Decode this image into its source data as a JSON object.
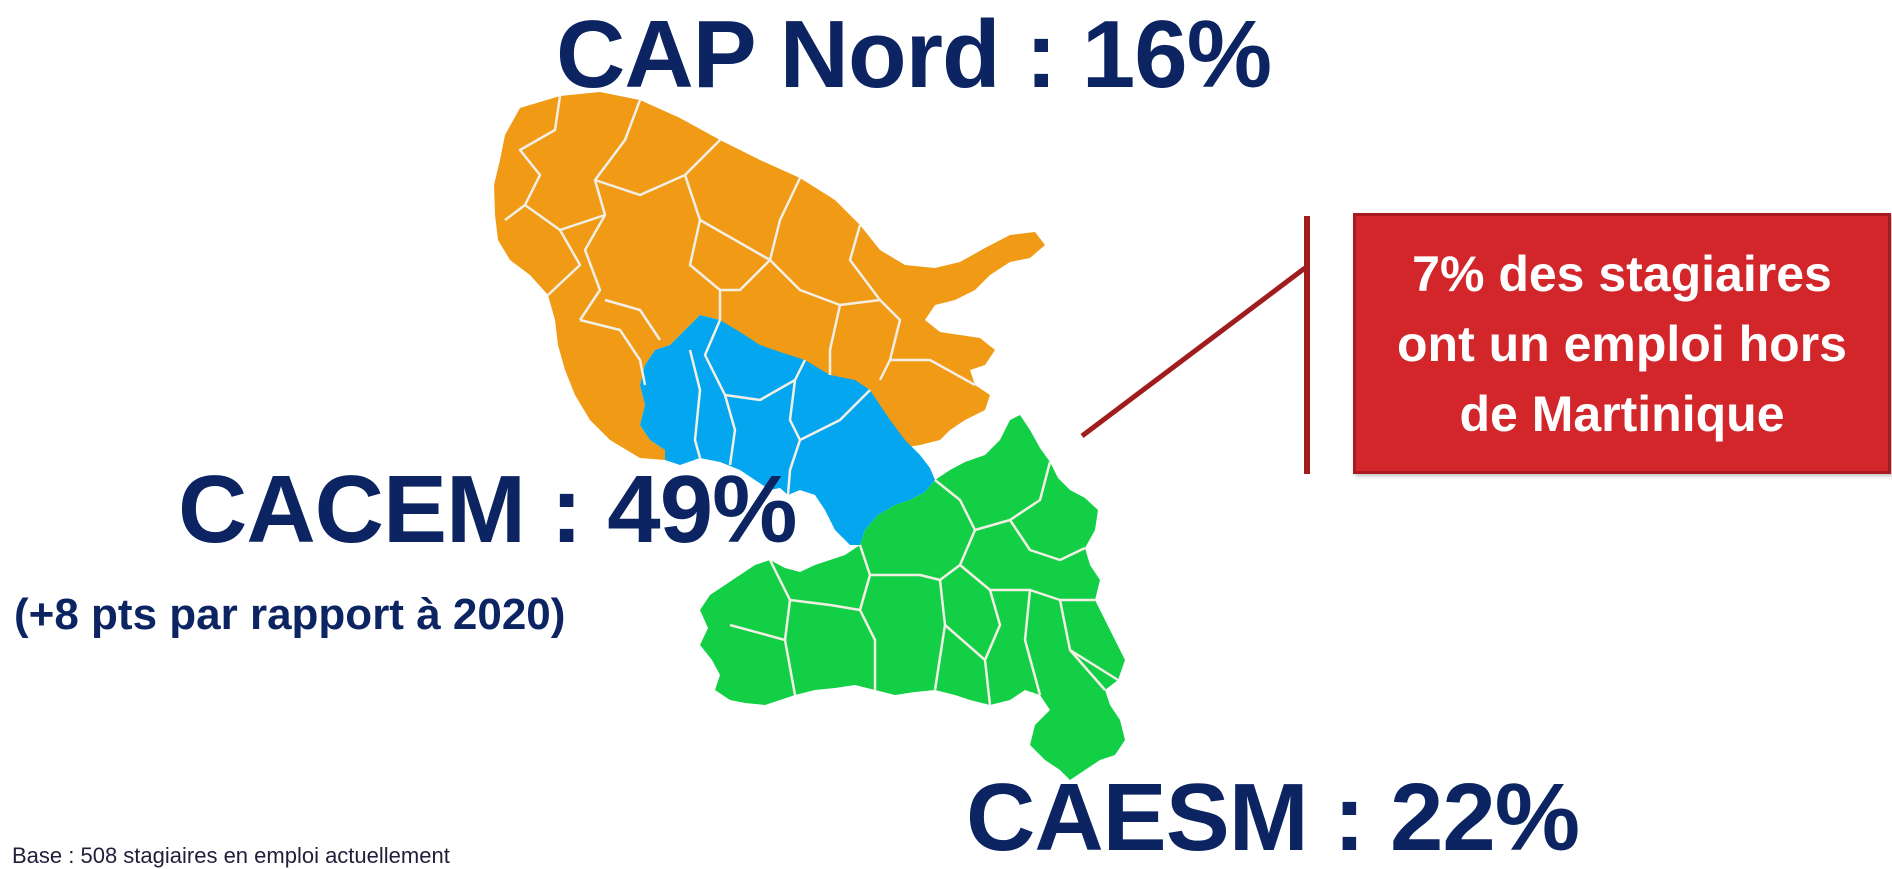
{
  "regions": {
    "cap_nord": {
      "label": "CAP Nord : 16%",
      "name": "CAP Nord",
      "percent": 16,
      "color": "#f09a16"
    },
    "cacem": {
      "label": "CACEM : 49%",
      "name": "CACEM",
      "percent": 49,
      "sub": "(+8 pts par rapport à 2020)",
      "color": "#04a6ef"
    },
    "caesm": {
      "label": "CAESM : 22%",
      "name": "CAESM",
      "percent": 22,
      "color": "#13cf45"
    }
  },
  "callout": {
    "text": "7% des stagiaires ont un emploi hors de Martinique",
    "percent": 7,
    "bg_color": "#d2262b",
    "line_color": "#a11d1d"
  },
  "base_note": "Base : 508 stagiaires en emploi actuellement",
  "label_color": "#0c2461"
}
